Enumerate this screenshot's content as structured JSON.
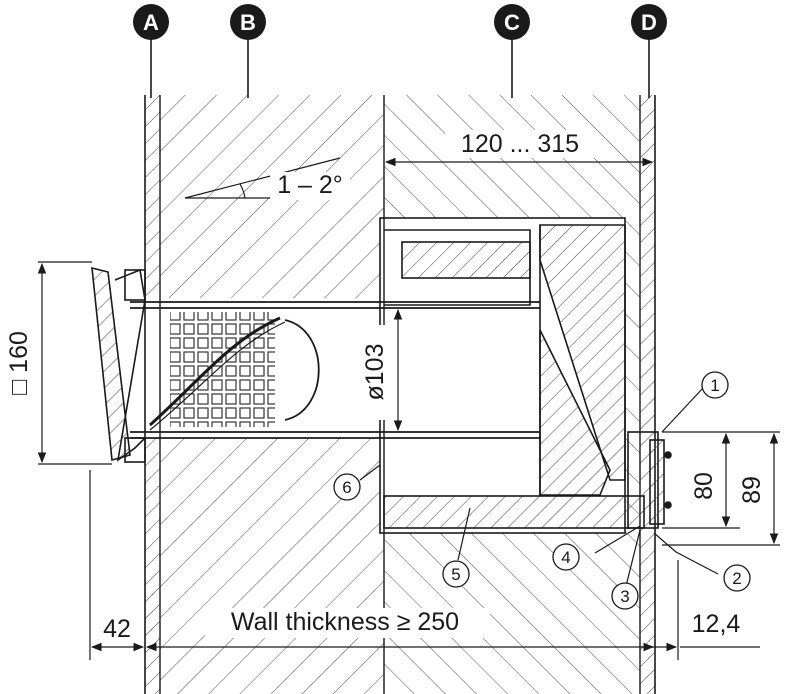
{
  "markers": [
    "A",
    "B",
    "C",
    "D"
  ],
  "dimensions": {
    "depth_range": "120 ... 315",
    "slope": "1 – 2°",
    "diameter": "ø103",
    "cover_square": "□ 160",
    "cover_offset": "42",
    "wall_thickness": "Wall thickness ≥ 250",
    "height_80": "80",
    "height_89": "89",
    "flange": "12,4"
  },
  "callouts": [
    "1",
    "2",
    "3",
    "4",
    "5",
    "6"
  ],
  "colors": {
    "line": "#1a1a1a",
    "hatch": "#555555",
    "marker_fill": "#1a1a1a"
  }
}
